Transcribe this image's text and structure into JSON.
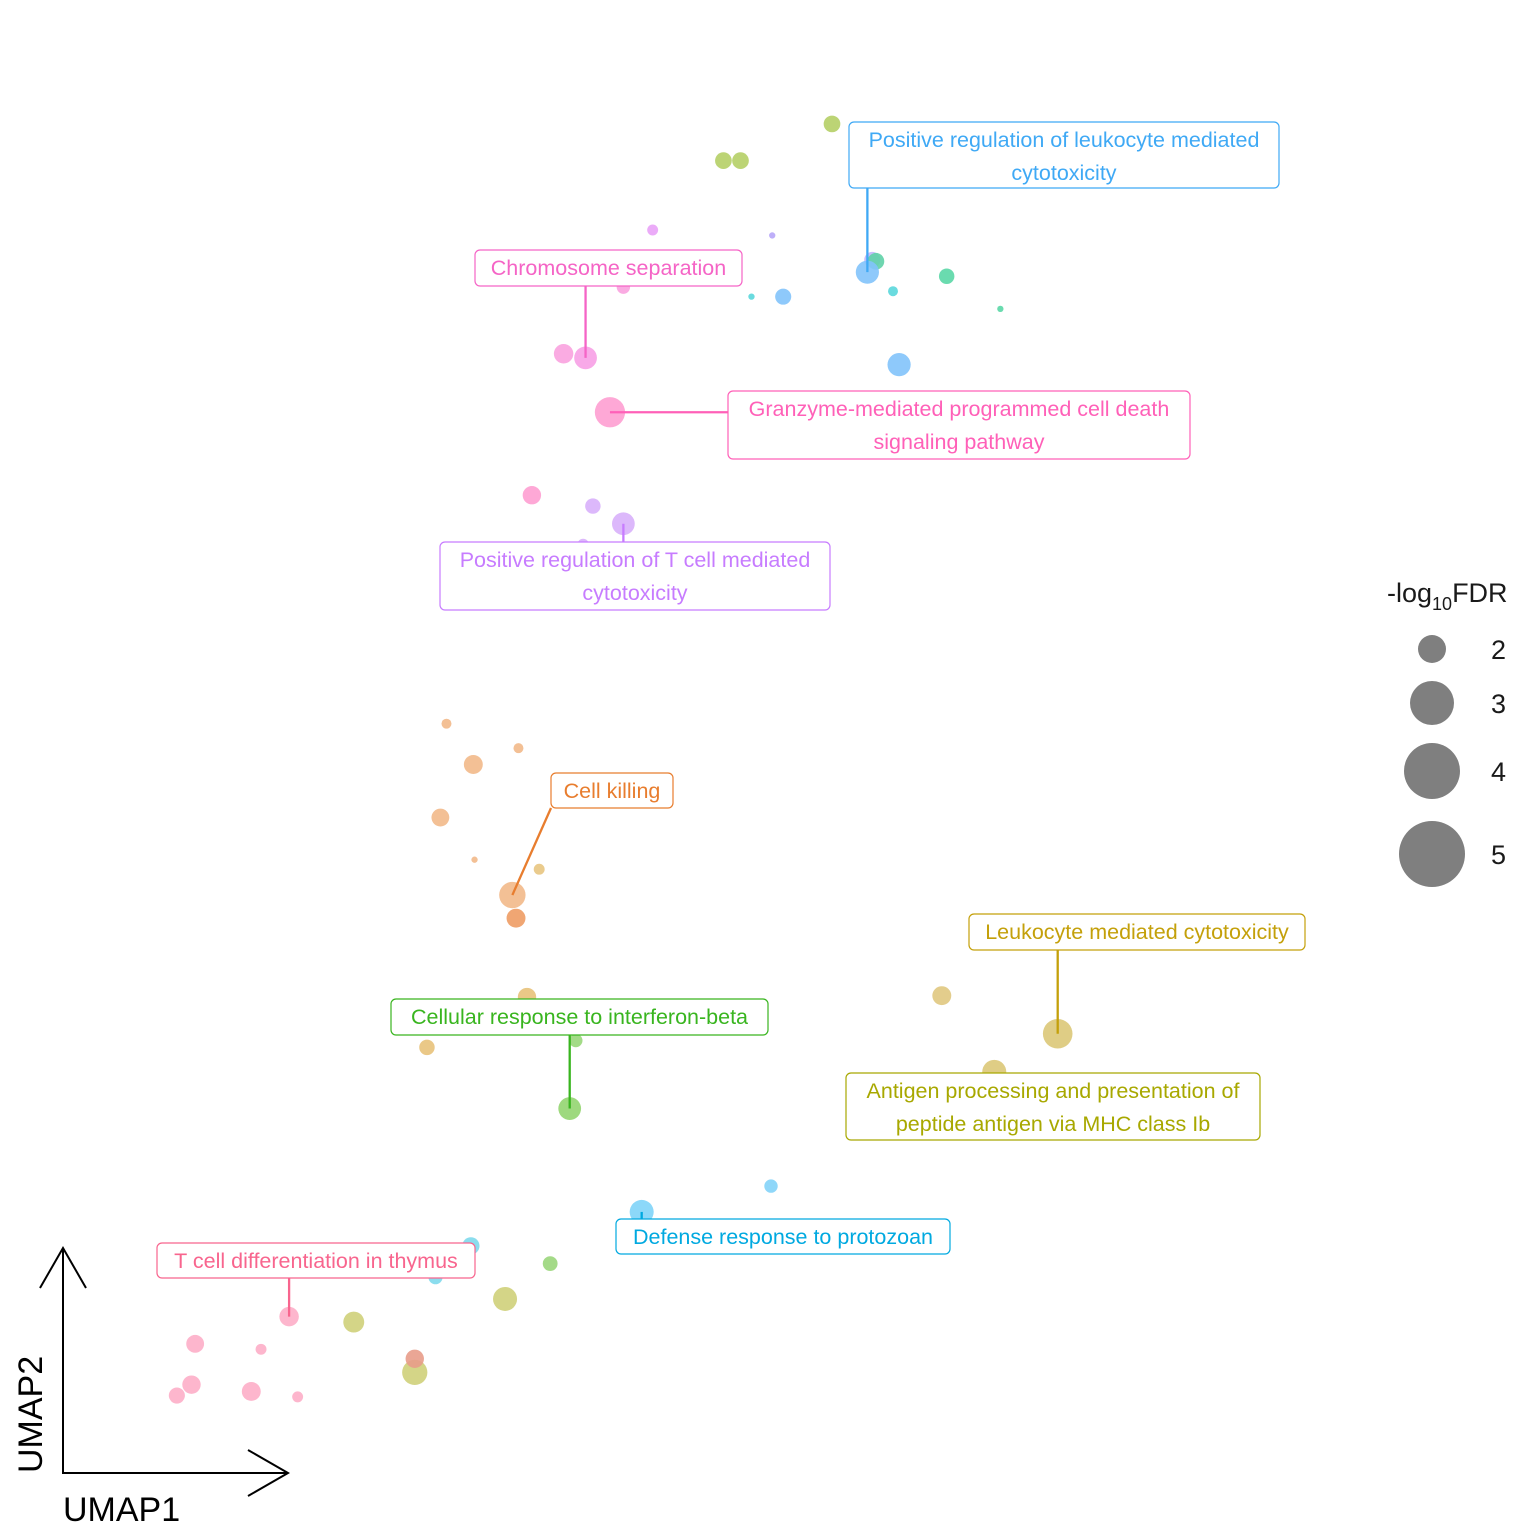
{
  "chart_data": {
    "type": "scatter",
    "title": "",
    "xlabel": "UMAP1",
    "ylabel": "UMAP2",
    "xlim": [
      0,
      100
    ],
    "ylim": [
      0,
      100
    ],
    "grid": false,
    "size_variable": "-log10FDR",
    "legend": {
      "title_prefix": "-log",
      "title_sub": "10",
      "title_suffix": "FDR",
      "position": "right",
      "entries": [
        {
          "label": "2",
          "value": 2
        },
        {
          "label": "3",
          "value": 3
        },
        {
          "label": "4",
          "value": 4
        },
        {
          "label": "5",
          "value": 5
        }
      ]
    },
    "colors": {
      "leukocyte_pos": "#3fa9f5",
      "leuk_pos_dot": "#8ec8fb",
      "chromosome": "#f564c6",
      "granzyme": "#ff60b8",
      "tcell_cytotox": "#c77cff",
      "cell_killing": "#e87d2e",
      "interferon": "#39b51f",
      "leuk_cyto": "#c4a00a",
      "antigen": "#a8a800",
      "protozoan": "#00a9e0",
      "thymus": "#f8658e"
    },
    "points": [
      {
        "x": 60.0,
        "y": 95.3,
        "size": 1.4,
        "color": "#b5cf66"
      },
      {
        "x": 51.1,
        "y": 92.6,
        "size": 1.4,
        "color": "#b5cf66"
      },
      {
        "x": 52.5,
        "y": 92.6,
        "size": 1.4,
        "color": "#b5cf66"
      },
      {
        "x": 45.3,
        "y": 87.5,
        "size": 0.6,
        "color": "#e9a2f7"
      },
      {
        "x": 55.1,
        "y": 87.1,
        "size": 0.2,
        "color": "#b7a6f8"
      },
      {
        "x": 63.3,
        "y": 85.3,
        "size": 1.3,
        "color": "#c3b6fb"
      },
      {
        "x": 63.6,
        "y": 85.2,
        "size": 1.4,
        "color": "#5fd1a7"
      },
      {
        "x": 62.9,
        "y": 84.4,
        "size": 2.7,
        "color": "#82c3fb"
      },
      {
        "x": 69.4,
        "y": 84.1,
        "size": 1.2,
        "color": "#5ad7a6"
      },
      {
        "x": 65.0,
        "y": 83.0,
        "size": 0.5,
        "color": "#5ad7dc"
      },
      {
        "x": 56.0,
        "y": 82.6,
        "size": 1.3,
        "color": "#82c3fb"
      },
      {
        "x": 53.4,
        "y": 82.6,
        "size": 0.2,
        "color": "#5ad7dc"
      },
      {
        "x": 73.8,
        "y": 81.7,
        "size": 0.2,
        "color": "#5ad7a6"
      },
      {
        "x": 65.5,
        "y": 77.6,
        "size": 2.7,
        "color": "#82c3fb"
      },
      {
        "x": 42.9,
        "y": 83.3,
        "size": 0.9,
        "color": "#f9a2df"
      },
      {
        "x": 38.0,
        "y": 78.4,
        "size": 1.9,
        "color": "#f9a2df"
      },
      {
        "x": 39.8,
        "y": 78.1,
        "size": 2.6,
        "color": "#f7a0e5"
      },
      {
        "x": 41.8,
        "y": 74.1,
        "size": 4.6,
        "color": "#fe9fd2"
      },
      {
        "x": 35.4,
        "y": 68.0,
        "size": 1.7,
        "color": "#fe9fd2"
      },
      {
        "x": 40.4,
        "y": 67.2,
        "size": 1.2,
        "color": "#d8b0fb"
      },
      {
        "x": 42.9,
        "y": 65.9,
        "size": 2.6,
        "color": "#d8b0fb"
      },
      {
        "x": 39.6,
        "y": 64.4,
        "size": 0.6,
        "color": "#d8b0fb"
      },
      {
        "x": 42.0,
        "y": 63.4,
        "size": 0.4,
        "color": "#d8b0fb"
      },
      {
        "x": 28.4,
        "y": 51.2,
        "size": 0.5,
        "color": "#f2b98a"
      },
      {
        "x": 34.3,
        "y": 49.4,
        "size": 0.5,
        "color": "#f2b98a"
      },
      {
        "x": 30.6,
        "y": 48.2,
        "size": 1.8,
        "color": "#f2b98a"
      },
      {
        "x": 27.9,
        "y": 44.3,
        "size": 1.6,
        "color": "#f2b98a"
      },
      {
        "x": 30.7,
        "y": 41.2,
        "size": 0.2,
        "color": "#f2b98a"
      },
      {
        "x": 36.0,
        "y": 40.5,
        "size": 0.6,
        "color": "#e8c581"
      },
      {
        "x": 33.8,
        "y": 38.6,
        "size": 3.5,
        "color": "#f2b98a"
      },
      {
        "x": 34.1,
        "y": 36.9,
        "size": 1.8,
        "color": "#ee9c64"
      },
      {
        "x": 35.0,
        "y": 31.1,
        "size": 1.7,
        "color": "#e8c27a"
      },
      {
        "x": 26.8,
        "y": 27.4,
        "size": 1.2,
        "color": "#e8c27a"
      },
      {
        "x": 39.0,
        "y": 27.9,
        "size": 0.9,
        "color": "#99d77a"
      },
      {
        "x": 38.5,
        "y": 22.9,
        "size": 2.6,
        "color": "#93d570"
      },
      {
        "x": 69.0,
        "y": 31.2,
        "size": 1.8,
        "color": "#e0c880"
      },
      {
        "x": 78.5,
        "y": 28.4,
        "size": 4.4,
        "color": "#dcc878"
      },
      {
        "x": 73.3,
        "y": 25.6,
        "size": 2.9,
        "color": "#dcc878"
      },
      {
        "x": 74.9,
        "y": 23.9,
        "size": 3.4,
        "color": "#cdd07a"
      },
      {
        "x": 75.6,
        "y": 24.2,
        "size": 2.8,
        "color": "#c8b139"
      },
      {
        "x": 72.5,
        "y": 22.2,
        "size": 0.9,
        "color": "#6ed8a0"
      },
      {
        "x": 55.0,
        "y": 17.2,
        "size": 0.9,
        "color": "#83d3f8"
      },
      {
        "x": 44.4,
        "y": 15.3,
        "size": 2.9,
        "color": "#7fd4f8"
      },
      {
        "x": 30.4,
        "y": 12.8,
        "size": 1.5,
        "color": "#7ed9ec"
      },
      {
        "x": 29.2,
        "y": 12.5,
        "size": 0.7,
        "color": "#7ed9ec"
      },
      {
        "x": 36.9,
        "y": 11.5,
        "size": 1.1,
        "color": "#9ad67b"
      },
      {
        "x": 27.5,
        "y": 10.5,
        "size": 1.0,
        "color": "#7ed9ec"
      },
      {
        "x": 16.6,
        "y": 12.0,
        "size": 0.5,
        "color": "#e8c27a"
      },
      {
        "x": 15.5,
        "y": 7.6,
        "size": 1.9,
        "color": "#fdaec8"
      },
      {
        "x": 20.8,
        "y": 7.2,
        "size": 2.2,
        "color": "#cfd07a"
      },
      {
        "x": 33.2,
        "y": 8.9,
        "size": 2.9,
        "color": "#cfd07a"
      },
      {
        "x": 7.8,
        "y": 5.6,
        "size": 1.6,
        "color": "#fdaec8"
      },
      {
        "x": 13.2,
        "y": 5.2,
        "size": 0.6,
        "color": "#fdaec8"
      },
      {
        "x": 25.8,
        "y": 3.5,
        "size": 3.2,
        "color": "#cfd07a"
      },
      {
        "x": 25.8,
        "y": 4.5,
        "size": 1.7,
        "color": "#e89c8a"
      },
      {
        "x": 7.5,
        "y": 2.6,
        "size": 1.7,
        "color": "#fdaec8"
      },
      {
        "x": 6.3,
        "y": 1.8,
        "size": 1.3,
        "color": "#fdaec8"
      },
      {
        "x": 12.4,
        "y": 2.1,
        "size": 1.8,
        "color": "#fdaec8"
      },
      {
        "x": 16.2,
        "y": 1.7,
        "size": 0.6,
        "color": "#fdaec8"
      }
    ],
    "annotations": [
      {
        "id": "leuk-pos",
        "lines": [
          "Positive regulation of leukocyte mediated",
          "cytotoxicity"
        ],
        "color": "#3fa9f5",
        "point": [
          62.9,
          84.4
        ]
      },
      {
        "id": "chromosome",
        "lines": [
          "Chromosome separation"
        ],
        "color": "#f564c6",
        "point": [
          39.8,
          78.1
        ]
      },
      {
        "id": "granzyme",
        "lines": [
          "Granzyme-mediated programmed cell death",
          "signaling pathway"
        ],
        "color": "#ff60b8",
        "point": [
          41.8,
          74.1
        ]
      },
      {
        "id": "tcell-cytotox",
        "lines": [
          "Positive regulation of T cell mediated",
          "cytotoxicity"
        ],
        "color": "#c77cff",
        "point": [
          42.9,
          65.9
        ]
      },
      {
        "id": "cell-killing",
        "lines": [
          "Cell killing"
        ],
        "color": "#e87d2e",
        "point": [
          33.8,
          38.6
        ]
      },
      {
        "id": "interferon",
        "lines": [
          "Cellular response to interferon-beta"
        ],
        "color": "#39b51f",
        "point": [
          38.5,
          22.9
        ]
      },
      {
        "id": "leuk-cyto",
        "lines": [
          "Leukocyte mediated cytotoxicity"
        ],
        "color": "#c4a00a",
        "point": [
          78.5,
          28.4
        ]
      },
      {
        "id": "antigen",
        "lines": [
          "Antigen processing and presentation of",
          "peptide antigen via MHC class Ib"
        ],
        "color": "#a8a800",
        "point": [
          74.9,
          23.9
        ]
      },
      {
        "id": "protozoan",
        "lines": [
          "Defense response to protozoan"
        ],
        "color": "#00a9e0",
        "point": [
          44.4,
          15.3
        ]
      },
      {
        "id": "thymus",
        "lines": [
          "T cell differentiation in thymus"
        ],
        "color": "#f8658e",
        "point": [
          15.5,
          7.6
        ]
      }
    ]
  }
}
